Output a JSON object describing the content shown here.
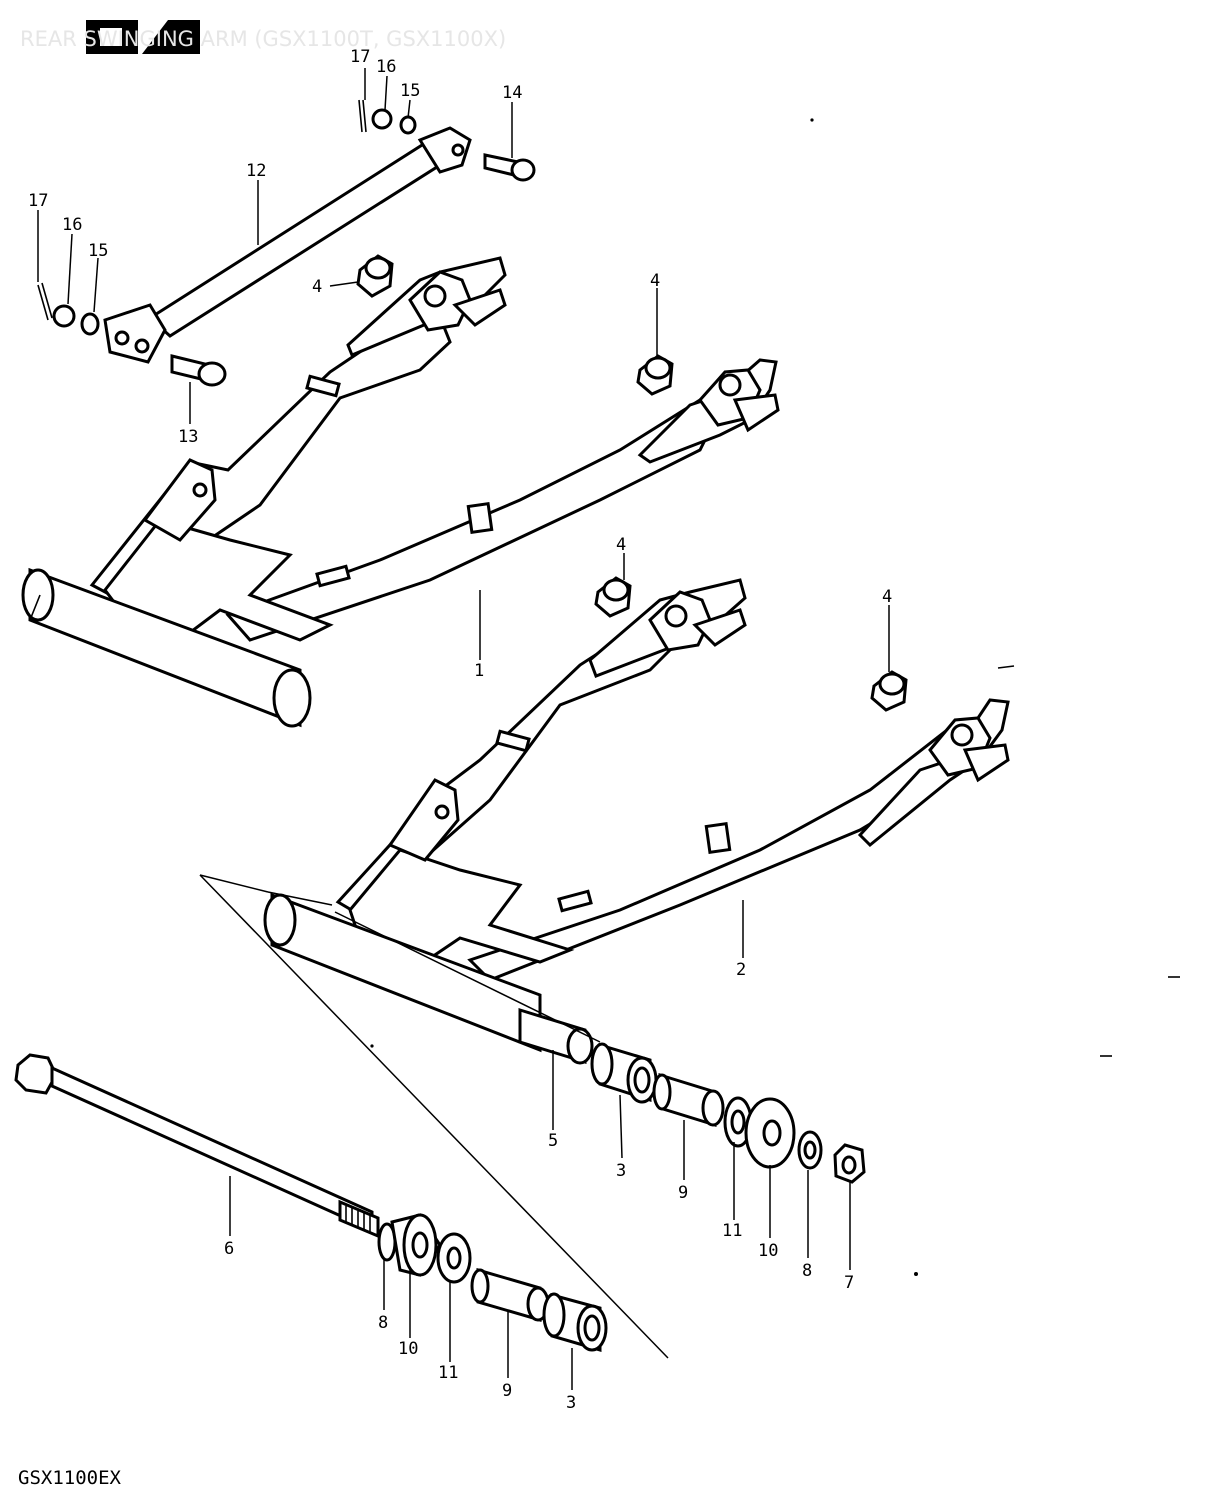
{
  "header": {
    "title": "REAR SWINGING ARM (GSX1100T, GSX1100X)"
  },
  "footer": {
    "model": "GSX1100EX"
  },
  "callouts": {
    "c17a": "17",
    "c16a": "16",
    "c15a": "15",
    "c14": "14",
    "c12": "12",
    "c17b": "17",
    "c16b": "16",
    "c15b": "15",
    "c13": "13",
    "c4a": "4",
    "c4b": "4",
    "c4c": "4",
    "c4d": "4",
    "c1": "1",
    "c2": "2",
    "c5": "5",
    "c3a": "3",
    "c9a": "9",
    "c11a": "11",
    "c10a": "10",
    "c8a": "8",
    "c7": "7",
    "c6": "6",
    "c8b": "8",
    "c10b": "10",
    "c11b": "11",
    "c9b": "9",
    "c3b": "3"
  }
}
